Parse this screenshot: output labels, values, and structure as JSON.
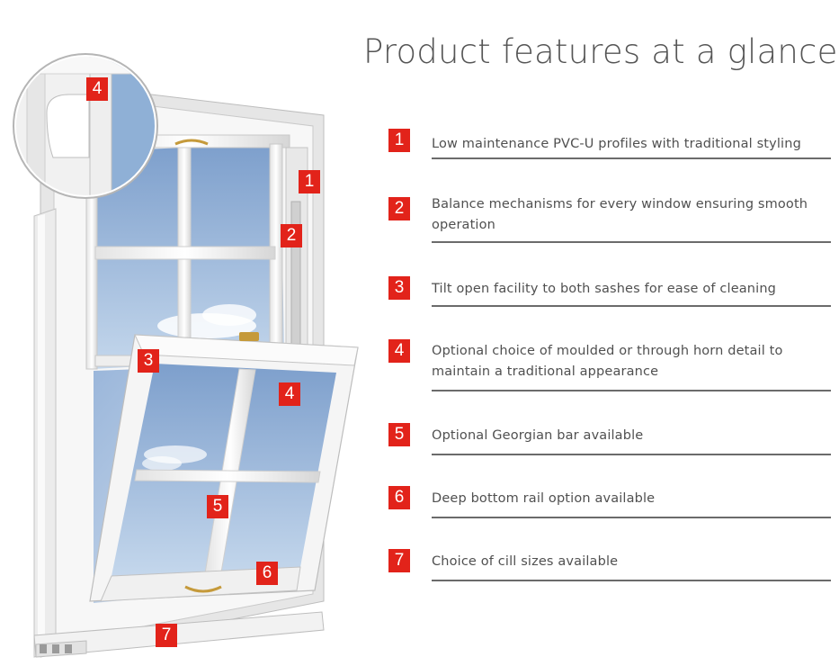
{
  "title": "Product features at a glance",
  "colors": {
    "badge": "#e2231a",
    "rule": "#6b6b6b",
    "glass": "#b9cfe6",
    "frame": "#f4f4f4"
  },
  "features": [
    {
      "number": "1",
      "text": "Low maintenance PVC-U profiles with traditional styling"
    },
    {
      "number": "2",
      "text": "Balance mechanisms for every window ensuring smooth operation"
    },
    {
      "number": "3",
      "text": "Tilt open facility to both sashes for ease of cleaning"
    },
    {
      "number": "4",
      "text": "Optional choice of moulded or through horn detail to maintain a traditional appearance"
    },
    {
      "number": "5",
      "text": "Optional Georgian bar available"
    },
    {
      "number": "6",
      "text": "Deep bottom rail option available"
    },
    {
      "number": "7",
      "text": "Choice of cill sizes available"
    }
  ],
  "callouts": [
    "4",
    "1",
    "2",
    "3",
    "4",
    "5",
    "6",
    "7"
  ]
}
